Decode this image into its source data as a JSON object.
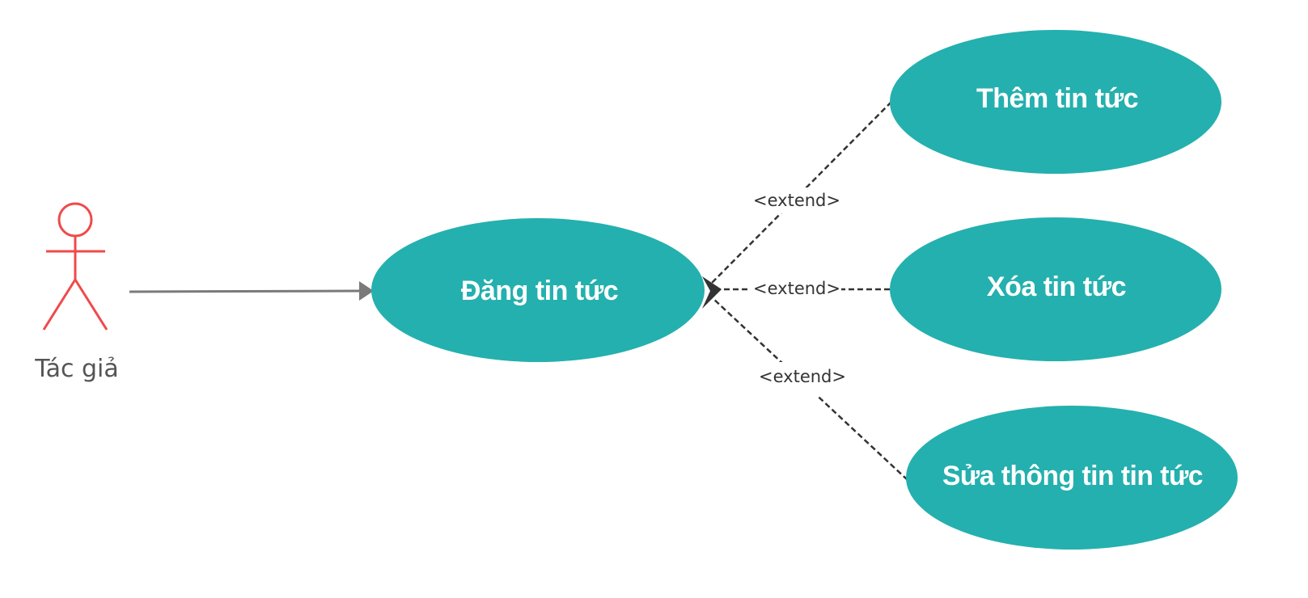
{
  "colors": {
    "actor": "#f04a4a",
    "usecase_fill": "#24b0ae",
    "usecase_text": "#ffffff",
    "association": "#7a7a7a",
    "extend": "#333333",
    "background": "#ffffff"
  },
  "actor": {
    "name": "Tác giả"
  },
  "use_cases": {
    "main": "Đăng tin tức",
    "add": "Thêm tin tức",
    "delete": "Xóa tin tức",
    "edit": "Sửa thông tin tin tức"
  },
  "relations": {
    "extend_add": "<extend>",
    "extend_delete": "<extend>",
    "extend_edit": "<extend>"
  }
}
